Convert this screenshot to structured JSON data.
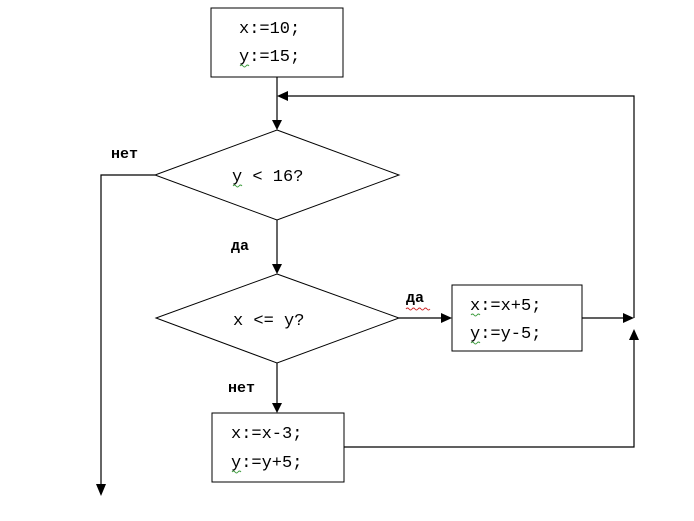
{
  "flowchart": {
    "init_block": {
      "line1": "x:=10;",
      "line2": "y:=15;"
    },
    "condition1": {
      "text": "y < 16?",
      "yes_label": "да",
      "no_label": "нет"
    },
    "condition2": {
      "text": "x <= y?",
      "yes_label": "да",
      "no_label": "нет"
    },
    "yes_block": {
      "line1": "x:=x+5;",
      "line2": "y:=y-5;"
    },
    "no_block": {
      "line1": "x:=x-3;",
      "line2": "y:=y+5;"
    }
  },
  "colors": {
    "stroke": "#000000",
    "spell_underline": "#3a9a3a",
    "spell_underline_alt": "#cc2222"
  }
}
